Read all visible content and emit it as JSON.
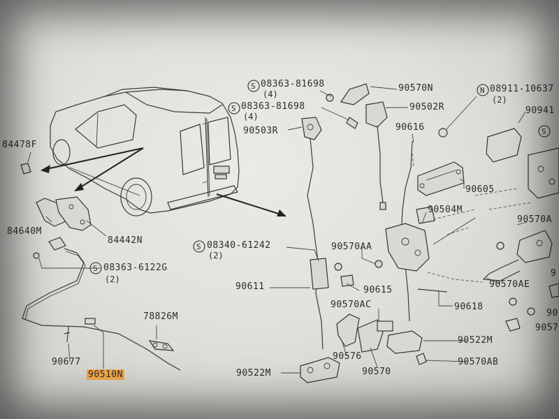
{
  "labels": {
    "p84478f": "84478F",
    "p84640m": "84640M",
    "p84442n": "84442N",
    "p08363_6122g": "08363-6122G",
    "q2_a": "(2)",
    "p78826m": "78826M",
    "p90677": "90677",
    "p90510n": "90510N",
    "p08363_81698_a": "08363-81698",
    "q4_a": "(4)",
    "p08363_81698_b": "08363-81698",
    "q4_b": "(4)",
    "p90503r": "90503R",
    "p90570n": "90570N",
    "p90502r": "90502R",
    "p90616": "90616",
    "p08911": "08911-10637",
    "q2_b": "(2)",
    "p90941": "90941",
    "p90605": "90605",
    "p90504m": "90504M",
    "p90570a": "90570A",
    "p08340_61242": "08340-61242",
    "q2_c": "(2)",
    "p90570aa": "90570AA",
    "p90611": "90611",
    "p90615": "90615",
    "p90570ae": "90570AE",
    "p90618": "90618",
    "p90570ac": "90570AC",
    "p90522m_a": "90522M",
    "p90576": "90576",
    "p90570": "90570",
    "p90570ab": "90570AB",
    "p90522m_b": "90522M",
    "p9_right_a": "9",
    "p90_right_b": "90",
    "p9057_right_c": "9057"
  },
  "symbols": {
    "s": "S",
    "n": "N"
  },
  "highlight_color": "#f3a84a"
}
